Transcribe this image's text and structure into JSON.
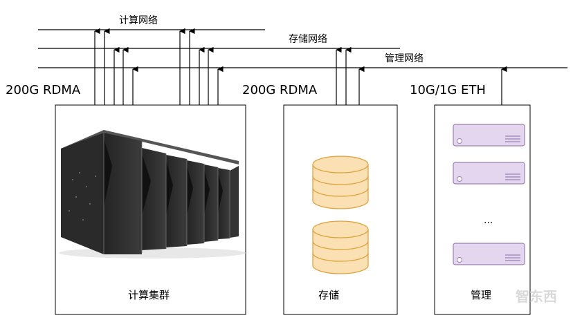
{
  "networks": {
    "compute": "计算网络",
    "storage": "存储网络",
    "management": "管理网络"
  },
  "bandwidth": {
    "compute": "200G RDMA",
    "storage": "200G RDMA",
    "management": "10G/1G ETH"
  },
  "boxes": {
    "compute": "计算集群",
    "storage": "存储",
    "management": "管理"
  },
  "ellipsis": "...",
  "watermark": "智东西",
  "colors": {
    "line": "#000000",
    "disk_fill": "#fbe0b4",
    "disk_stroke": "#e0a13a",
    "server_fill": "#e4d6ef",
    "server_stroke": "#9b7fb5"
  }
}
